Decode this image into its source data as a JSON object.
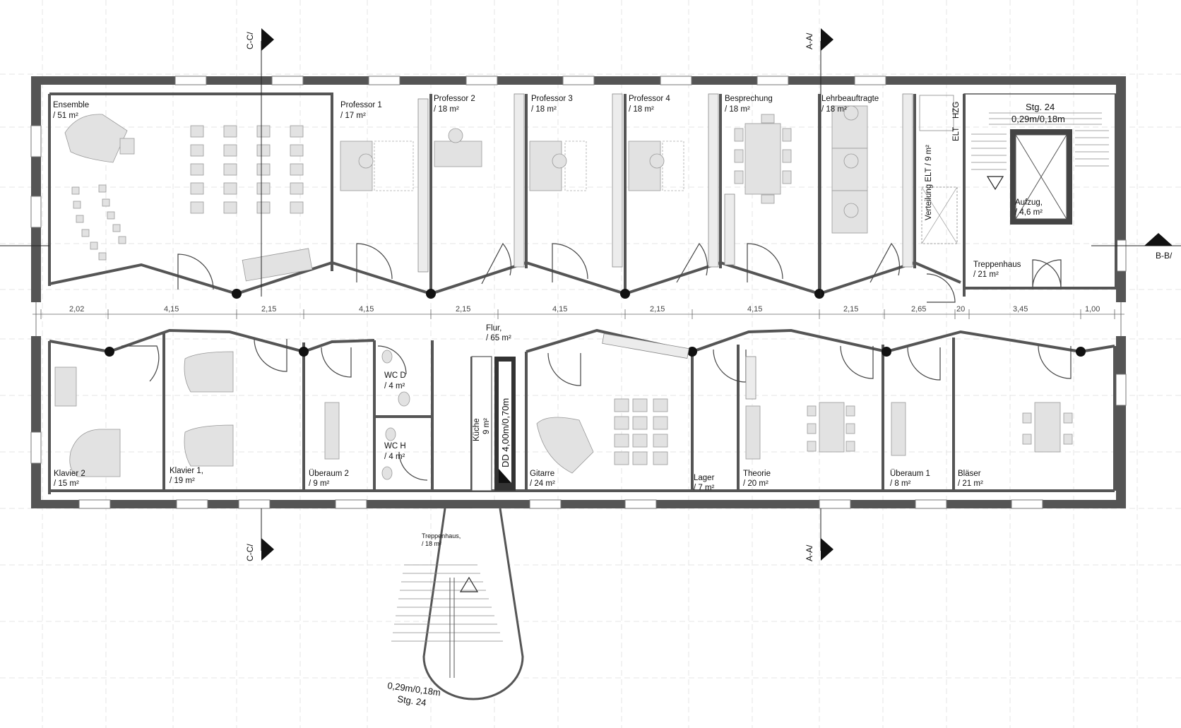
{
  "sections": {
    "cc_top": "C-C/",
    "aa_top": "A-A/",
    "bb_right": "B-B/",
    "cc_bottom": "C-C/",
    "aa_bottom": "A-A/"
  },
  "rooms": {
    "ensemble": {
      "name": "Ensemble",
      "area": "/ 51 m²"
    },
    "professor1": {
      "name": "Professor 1",
      "area": "/ 17 m²"
    },
    "professor2": {
      "name": "Professor 2",
      "area": "/ 18 m²"
    },
    "professor3": {
      "name": "Professor 3",
      "area": "/ 18 m²"
    },
    "professor4": {
      "name": "Professor 4",
      "area": "/ 18 m²"
    },
    "besprechung": {
      "name": "Besprechung",
      "area": "/ 18 m²"
    },
    "lehrbeauftragte": {
      "name": "Lehrbeauftragte",
      "area": "/ 18 m²"
    },
    "verteilung": {
      "name": "Verteilung ELT / 9 m²"
    },
    "treppenhaus_east": {
      "name": "Treppenhaus",
      "area": "/ 21 m²"
    },
    "aufzug": {
      "name": "Aufzug,",
      "area": "/ 4,6 m²"
    },
    "flur": {
      "name": "Flur,",
      "area": "/ 65 m²"
    },
    "klavier2": {
      "name": "Klavier 2",
      "area": "/ 15 m²"
    },
    "klavier1": {
      "name": "Klavier 1,",
      "area": "/ 19 m²"
    },
    "ueberaum2": {
      "name": "Überaum 2",
      "area": "/ 9 m²"
    },
    "wcd": {
      "name": "WC D",
      "area": "/ 4 m²"
    },
    "wch": {
      "name": "WC H",
      "area": "/ 4 m²"
    },
    "kueche": {
      "name": "Küche",
      "area": "9 m²"
    },
    "gitarre": {
      "name": "Gitarre",
      "area": "/ 24 m²"
    },
    "lager": {
      "name": "Lager",
      "area": "/ 7 m²"
    },
    "theorie": {
      "name": "Theorie",
      "area": "/ 20 m²"
    },
    "ueberaum1": {
      "name": "Überaum 1",
      "area": "/ 8 m²"
    },
    "blaeser": {
      "name": "Bläser",
      "area": "/ 21 m²"
    },
    "treppenhaus_south": {
      "name": "Treppenhaus,",
      "area": "/ 18 m²"
    }
  },
  "labels": {
    "elt": "ELT",
    "hzg": "HZG",
    "dd": "DD 4,00m/0,70m",
    "stair_east_count": "Stg. 24",
    "stair_east_dims": "0,29m/0,18m",
    "stair_south_dims": "0,29m/0,18m",
    "stair_south_count": "Stg. 24"
  },
  "dimensions": [
    "2,02",
    "4,15",
    "2,15",
    "4,15",
    "2,15",
    "4,15",
    "2,15",
    "4,15",
    "2,15",
    "2,65",
    "20",
    "3,45",
    "1,00"
  ]
}
